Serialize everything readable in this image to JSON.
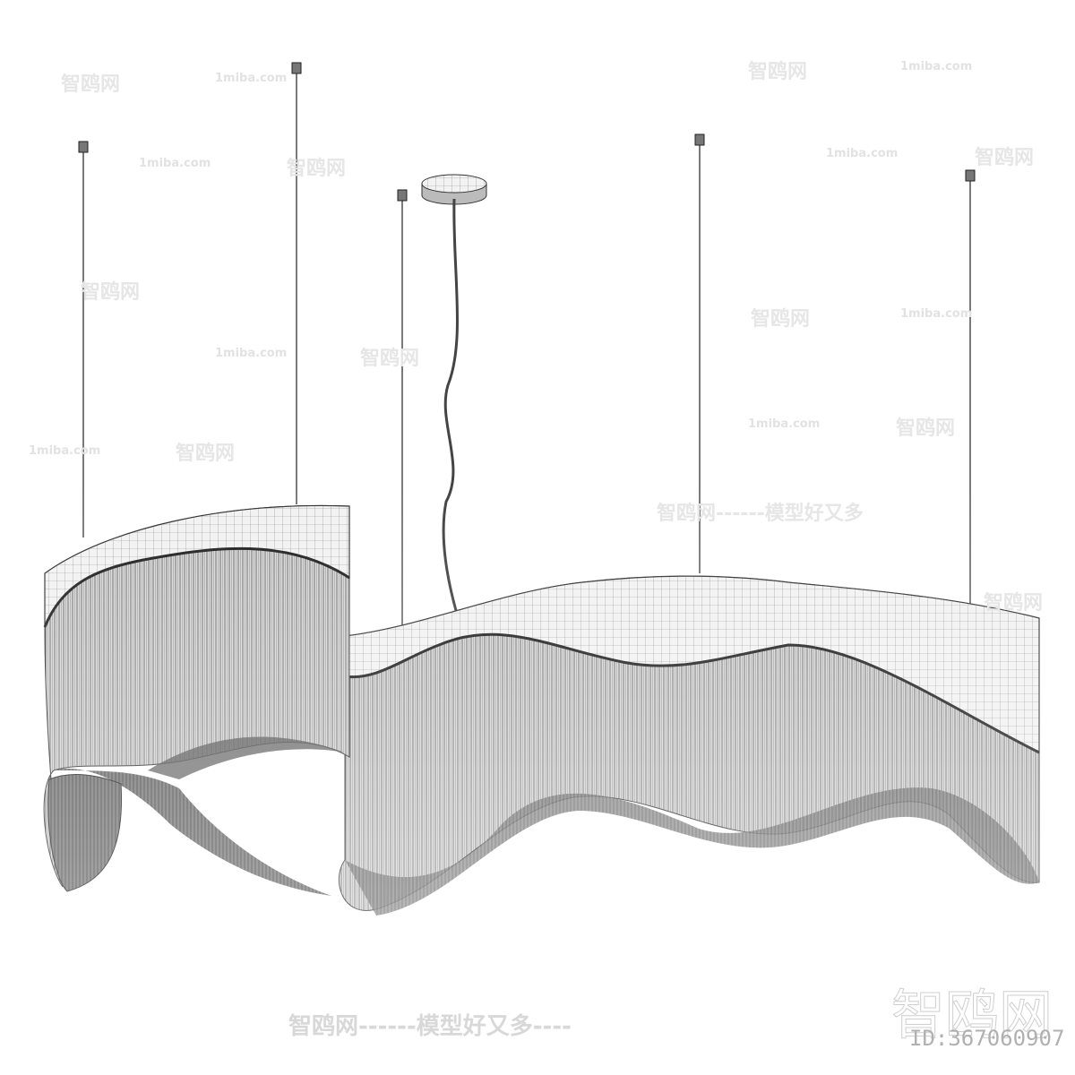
{
  "image": {
    "subject": "chandelier-wireframe-render",
    "colors": {
      "wire": "#333333",
      "shade": "#9a9a9a",
      "background": "#ffffff"
    }
  },
  "watermarks": {
    "site_name": "智鸥网",
    "site_url": "1miba.com",
    "slogan": "智鸥网------模型好又多----",
    "mid_slogan": "智鸥网------模型好又多",
    "id_label": "ID:367060907"
  }
}
